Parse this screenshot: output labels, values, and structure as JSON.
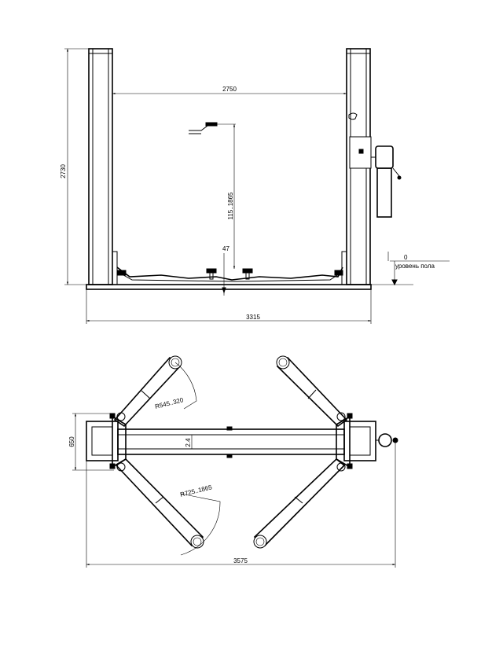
{
  "front_view": {
    "dim_inner_width": "2750",
    "dim_height": "2730",
    "dim_lift_range": "115..1865",
    "dim_pad_height": "47",
    "dim_base_width": "3315",
    "floor_zero": "0",
    "floor_label": "уровень пола"
  },
  "top_view": {
    "dim_short_arm": "R545..320",
    "dim_long_arm": "R725..1865",
    "dim_beam": "2.4",
    "dim_depth": "650",
    "dim_total_width": "3575"
  }
}
